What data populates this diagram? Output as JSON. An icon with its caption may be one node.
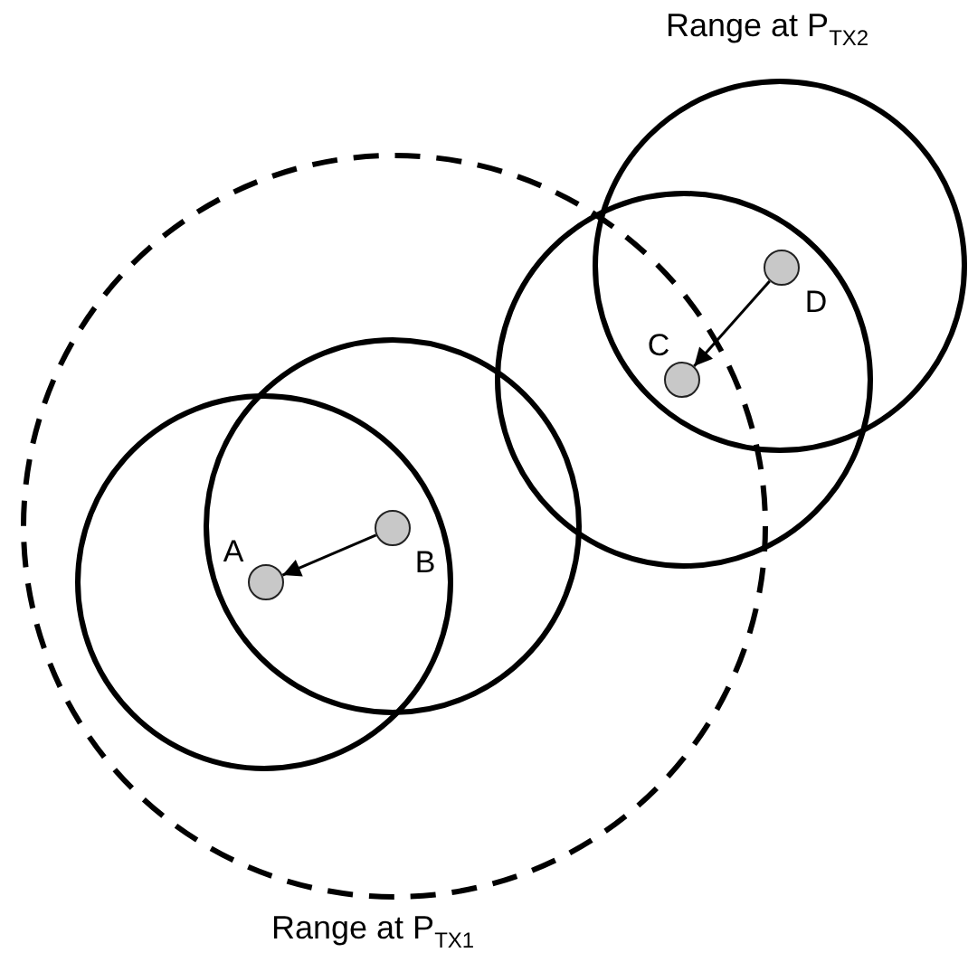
{
  "diagram": {
    "nodes": [
      {
        "text": [],
        "shape": "circle",
        "beside": [
          "A"
        ]
      },
      {
        "text": [],
        "shape": "circle",
        "beside": [
          "B"
        ]
      },
      {
        "text": [],
        "shape": "circle",
        "beside": [
          "C"
        ]
      },
      {
        "text": [],
        "shape": "circle",
        "beside": [
          "D"
        ]
      }
    ],
    "edges": [
      {
        "from": 1,
        "to": 0,
        "arrow": "to"
      },
      {
        "from": 3,
        "to": 2,
        "arrow": "to"
      }
    ],
    "labels": [
      "Range at P$_{TX2}$",
      "Range at P$_{TX1}$"
    ]
  }
}
